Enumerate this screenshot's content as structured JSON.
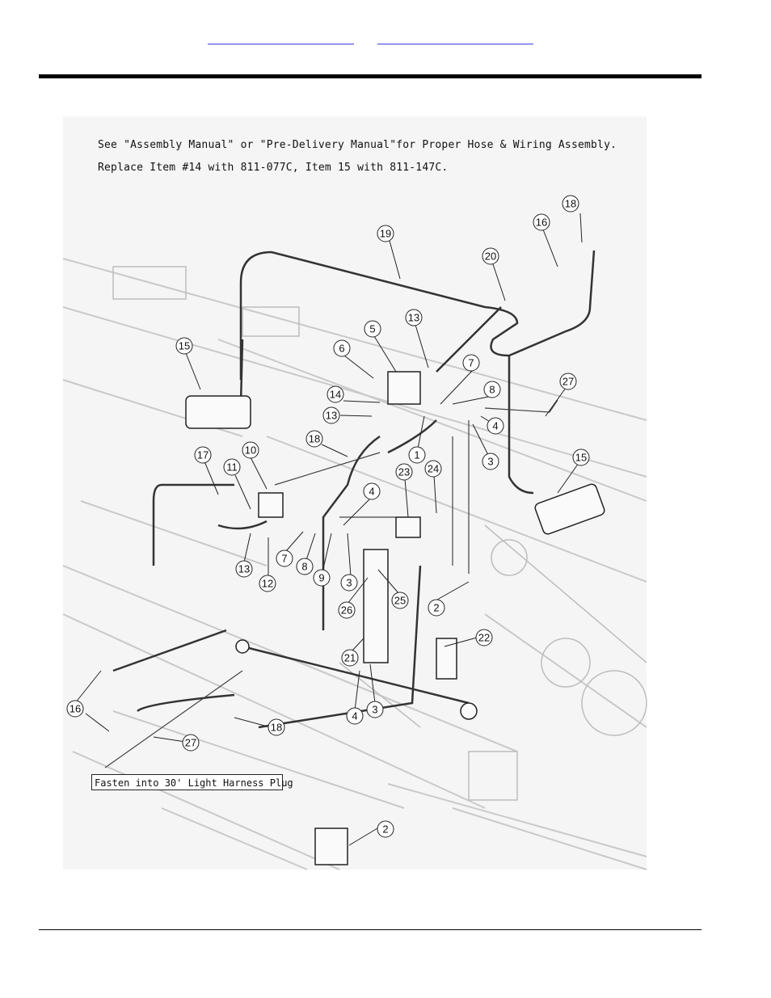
{
  "header": {
    "links": [
      "",
      ""
    ]
  },
  "figure": {
    "notes": [
      "See \"Assembly Manual\" or \"Pre-Delivery Manual\"for Proper Hose & Wiring Assembly.",
      "Replace Item #14 with 811-077C, Item 15 with 811-147C."
    ],
    "harness_label": "Fasten into 30' Light Harness Plug",
    "callouts": [
      {
        "id": "c-18a",
        "label": "18"
      },
      {
        "id": "c-16a",
        "label": "16"
      },
      {
        "id": "c-19",
        "label": "19"
      },
      {
        "id": "c-20",
        "label": "20"
      },
      {
        "id": "c-13a",
        "label": "13"
      },
      {
        "id": "c-5",
        "label": "5"
      },
      {
        "id": "c-6",
        "label": "6"
      },
      {
        "id": "c-15a",
        "label": "15"
      },
      {
        "id": "c-7a",
        "label": "7"
      },
      {
        "id": "c-27a",
        "label": "27"
      },
      {
        "id": "c-8a",
        "label": "8"
      },
      {
        "id": "c-14",
        "label": "14"
      },
      {
        "id": "c-13b",
        "label": "13"
      },
      {
        "id": "c-4a",
        "label": "4"
      },
      {
        "id": "c-18b",
        "label": "18"
      },
      {
        "id": "c-1",
        "label": "1"
      },
      {
        "id": "c-3a",
        "label": "3"
      },
      {
        "id": "c-17",
        "label": "17"
      },
      {
        "id": "c-10",
        "label": "10"
      },
      {
        "id": "c-15b",
        "label": "15"
      },
      {
        "id": "c-23",
        "label": "23"
      },
      {
        "id": "c-24",
        "label": "24"
      },
      {
        "id": "c-11",
        "label": "11"
      },
      {
        "id": "c-4b",
        "label": "4"
      },
      {
        "id": "c-13c",
        "label": "13"
      },
      {
        "id": "c-7b",
        "label": "7"
      },
      {
        "id": "c-8b",
        "label": "8"
      },
      {
        "id": "c-9",
        "label": "9"
      },
      {
        "id": "c-3b",
        "label": "3"
      },
      {
        "id": "c-12",
        "label": "12"
      },
      {
        "id": "c-25",
        "label": "25"
      },
      {
        "id": "c-26",
        "label": "26"
      },
      {
        "id": "c-2a",
        "label": "2"
      },
      {
        "id": "c-22",
        "label": "22"
      },
      {
        "id": "c-21",
        "label": "21"
      },
      {
        "id": "c-16b",
        "label": "16"
      },
      {
        "id": "c-4c",
        "label": "4"
      },
      {
        "id": "c-3c",
        "label": "3"
      },
      {
        "id": "c-18c",
        "label": "18"
      },
      {
        "id": "c-27b",
        "label": "27"
      },
      {
        "id": "c-2b",
        "label": "2"
      }
    ]
  }
}
